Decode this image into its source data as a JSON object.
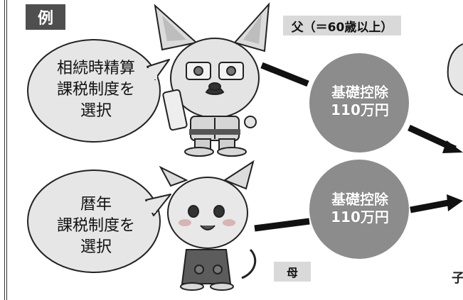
{
  "example_tag": "例",
  "father_label": "父（＝60歳以上）",
  "mother_label": "母",
  "bubble_top": {
    "line1": "相続時精算",
    "line2": "課税制度を",
    "line3": "選択"
  },
  "bubble_bottom": {
    "line1": "暦年",
    "line2": "課税制度を",
    "line3": "選択"
  },
  "badge_top": {
    "line1": "基礎控除",
    "line2": "110万円"
  },
  "badge_bottom": {
    "line1": "基礎控除",
    "line2": "110万円"
  },
  "cut_off_glyph": "子",
  "colors": {
    "tag_bg": "#4f4f4f",
    "label_bg": "#d9d9d9",
    "badge_bg": "#8c8c8c",
    "bubble_bg": "#e6e6e6"
  }
}
